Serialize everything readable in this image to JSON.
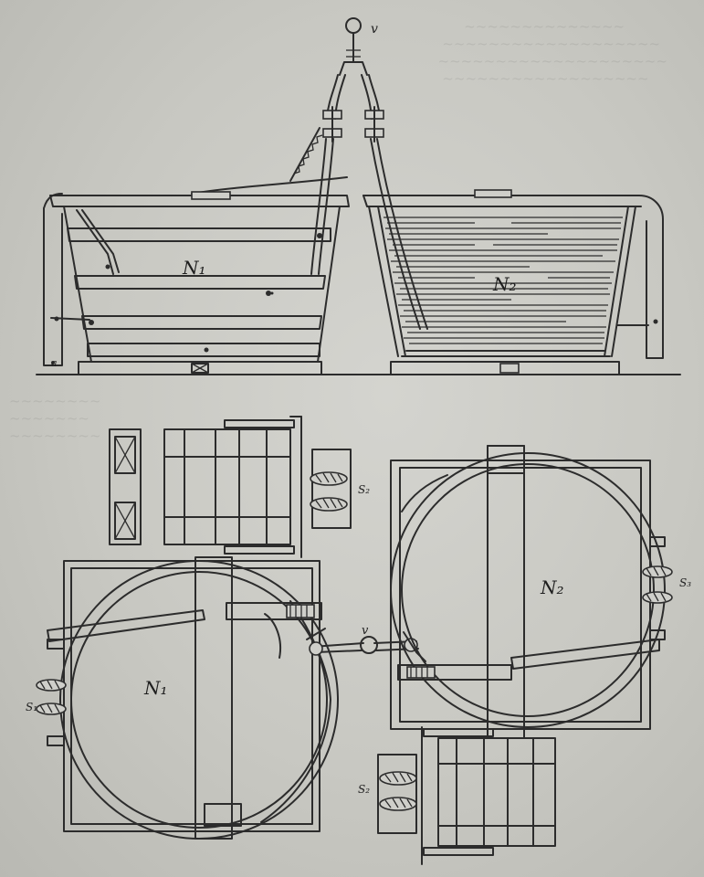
{
  "labels": {
    "tub1_side": "N₁",
    "tub2_side": "N₂",
    "tub1_plan": "N₁",
    "tub2_plan": "N₂",
    "hanger": "v",
    "pivot": "v",
    "stand_top": "S₂",
    "stand_bottom": "S₂",
    "stand_left": "S₁",
    "stand_right": "S₃",
    "ground": "a"
  }
}
